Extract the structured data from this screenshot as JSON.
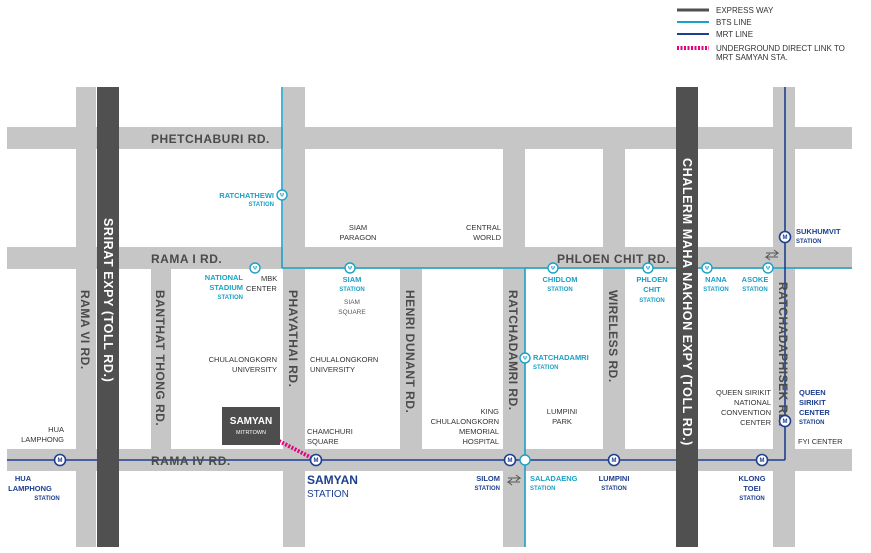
{
  "colors": {
    "road": "#c6c6c6",
    "expressway": "#505050",
    "bts": "#1ba1c6",
    "mrt": "#1d3f8f",
    "link": "#e6007e",
    "label": "#333333"
  },
  "legend": [
    {
      "label": "EXPRESS WAY",
      "type": "expressway"
    },
    {
      "label": "BTS LINE",
      "type": "bts"
    },
    {
      "label": "MRT LINE",
      "type": "mrt"
    },
    {
      "label": "UNDERGROUND DIRECT LINK TO",
      "label2": "MRT SAMYAN STA.",
      "type": "link"
    }
  ],
  "roads": {
    "phetchaburi": "PHETCHABURI RD.",
    "rama1": "RAMA I RD.",
    "phloen_chit": "PHLOEN CHIT RD.",
    "rama4": "RAMA IV RD.",
    "rama6": "RAMA VI RD.",
    "banthat_thong": "BANTHAT THONG RD.",
    "phayathai": "PHAYATHAI RD.",
    "henri_dunant": "HENRI DUNANT RD.",
    "ratchadamri": "RATCHADAMRI RD.",
    "wireless": "WIRELESS RD.",
    "ratchadaphisek": "RATCHADAPHISEK RD.",
    "sirirat_expy": "SRIRAT EXPY (TOLL RD.)",
    "chalerm_expy": "CHALERM MAHA NAKHON EXPY (TOLL RD.)"
  },
  "bts_stations": {
    "ratchathewi": {
      "name": "RATCHATHEWI",
      "sub": "STATION"
    },
    "national_stadium": {
      "name1": "NATIONAL",
      "name2": "STADIUM",
      "sub": "STATION"
    },
    "siam": {
      "name": "SIAM",
      "sub": "STATION"
    },
    "chidlom": {
      "name": "CHIDLOM",
      "sub": "STATION"
    },
    "phloen_chit": {
      "name1": "PHLOEN",
      "name2": "CHIT",
      "sub": "STATION"
    },
    "nana": {
      "name": "NANA",
      "sub": "STATION"
    },
    "asoke": {
      "name": "ASOKE",
      "sub": "STATION"
    },
    "ratchadamri": {
      "name": "RATCHADAMRI",
      "sub": "STATION"
    },
    "saladaeng": {
      "name": "SALADAENG",
      "sub": "STATION"
    }
  },
  "mrt_stations": {
    "hua_lamphong": {
      "name1": "HUA",
      "name2": "LAMPHONG",
      "sub": "STATION"
    },
    "samyan": {
      "name": "SAMYAN",
      "sub": "STATION"
    },
    "silom": {
      "name": "SILOM",
      "sub": "STATION"
    },
    "lumpini": {
      "name": "LUMPINI",
      "sub": "STATION"
    },
    "klong_toei": {
      "name1": "KLONG",
      "name2": "TOEI",
      "sub": "STATION"
    },
    "queen_sirikit": {
      "name1": "QUEEN",
      "name2": "SIRIKIT",
      "name3": "CENTER",
      "sub": "STATION"
    },
    "sukhumvit": {
      "name": "SUKHUMVIT",
      "sub": "STATION"
    }
  },
  "places": {
    "siam_paragon": [
      "SIAM",
      "PARAGON"
    ],
    "central_world": [
      "CENTRAL",
      "WORLD"
    ],
    "mbk_center": [
      "MBK",
      "CENTER"
    ],
    "siam_square": [
      "SIAM",
      "SQUARE"
    ],
    "chula_university_left": [
      "CHULALONGKORN",
      "UNIVERSITY"
    ],
    "chula_university_right": [
      "CHULALONGKORN",
      "UNIVERSITY"
    ],
    "hua_lamphong": [
      "HUA",
      "LAMPHONG"
    ],
    "chamchuri_square": [
      "CHAMCHURI",
      "SQUARE"
    ],
    "king_chula_hospital": [
      "KING",
      "CHULALONGKORN",
      "MEMORIAL",
      "HOSPITAL"
    ],
    "lumpini_park": [
      "LUMPINI",
      "PARK"
    ],
    "qsncc": [
      "QUEEN SIRIKIT",
      "NATIONAL",
      "CONVENTION",
      "CENTER"
    ],
    "fyi_center": "FYI CENTER"
  },
  "samyan_mitrtown": {
    "name": "SAMYAN",
    "sub": "MITRTOWN"
  }
}
